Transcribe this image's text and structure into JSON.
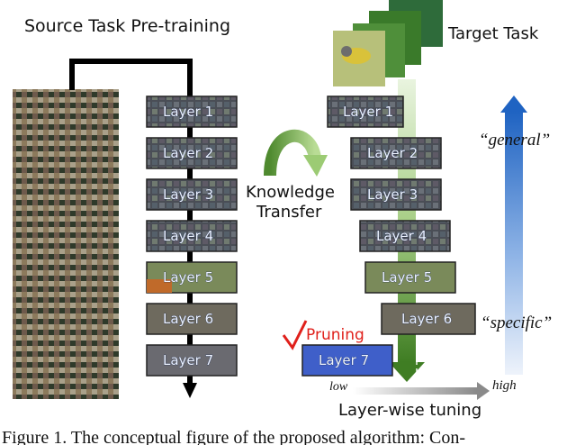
{
  "title_left": "Source Task Pre-training",
  "title_right": "Target Task",
  "transfer_label_line1": "Knowledge",
  "transfer_label_line2": "Transfer",
  "general_label": "“general”",
  "specific_label": "“specific”",
  "pruning_label": "Pruning",
  "axis_low": "low",
  "axis_high": "high",
  "axis_title": "Layer-wise tuning",
  "layers": [
    "Layer 1",
    "Layer 2",
    "Layer 3",
    "Layer 4",
    "Layer 5",
    "Layer 6",
    "Layer 7"
  ],
  "caption": "Figure 1. The conceptual figure of the proposed algorithm: Con-",
  "colors": {
    "layer_dark": "#3c4048",
    "layer5_tint": "#7a8a5a",
    "layer7_target": "#3f5fc9",
    "green_arrow": "#4e8a2e",
    "blue_arrow": "#2e6fc8",
    "pruning_red": "#e0201b"
  }
}
